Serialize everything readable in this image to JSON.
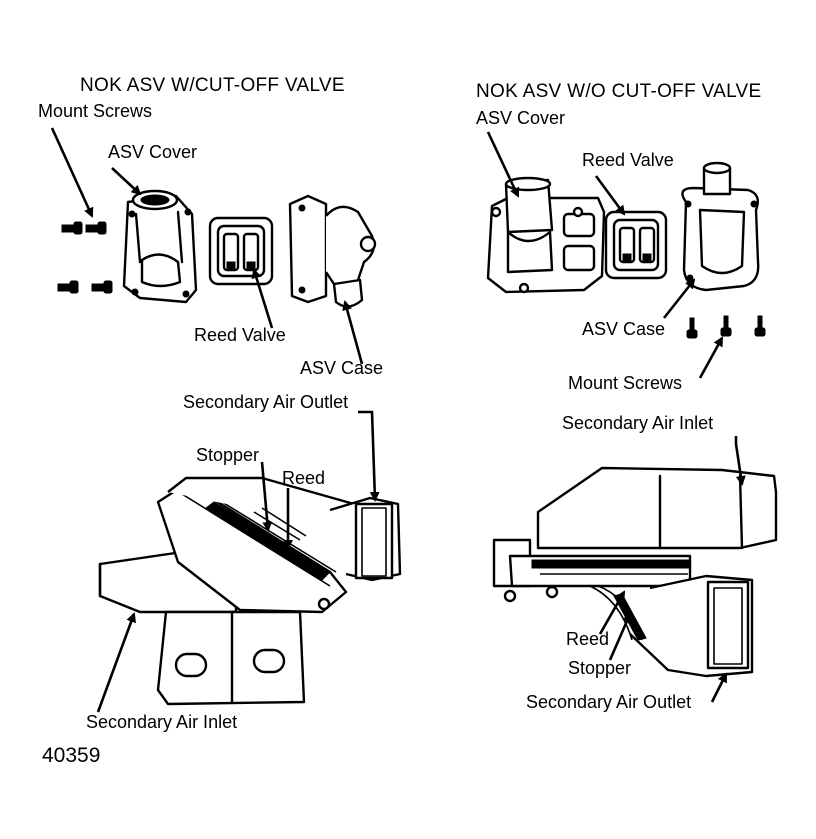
{
  "left": {
    "title": "NOK ASV W/CUT-OFF VALVE",
    "mount_screws": "Mount Screws",
    "asv_cover": "ASV Cover",
    "reed_valve": "Reed Valve",
    "asv_case": "ASV Case",
    "secondary_air_outlet": "Secondary Air Outlet",
    "stopper": "Stopper",
    "reed": "Reed",
    "secondary_air_inlet": "Secondary Air Inlet"
  },
  "right": {
    "title": "NOK ASV W/O CUT-OFF VALVE",
    "asv_cover": "ASV Cover",
    "reed_valve": "Reed Valve",
    "asv_case": "ASV Case",
    "mount_screws": "Mount Screws",
    "secondary_air_inlet": "Secondary Air Inlet",
    "reed": "Reed",
    "stopper": "Stopper",
    "secondary_air_outlet": "Secondary Air Outlet"
  },
  "figure_number": "40359"
}
